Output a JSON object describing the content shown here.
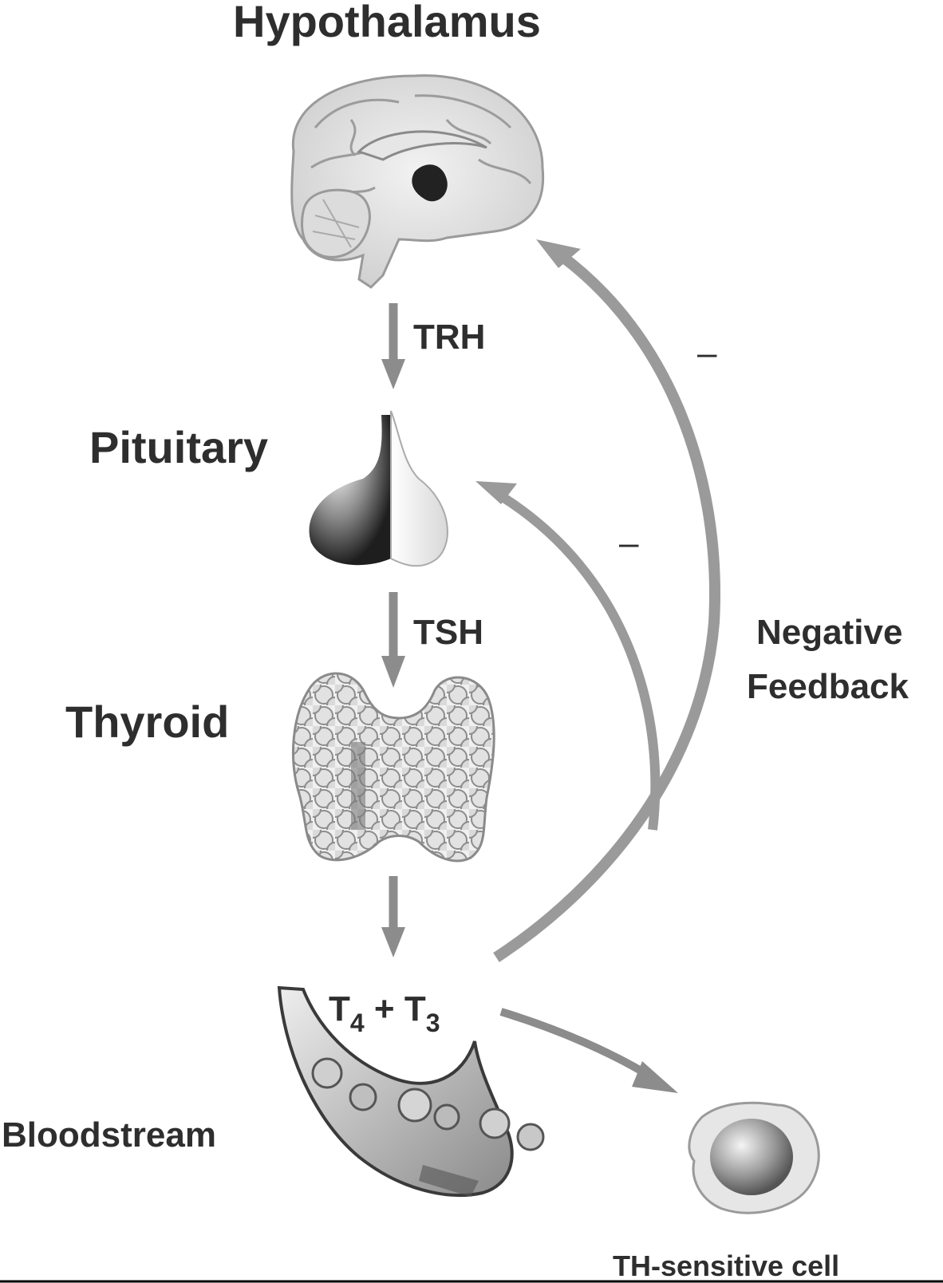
{
  "organs": {
    "hypothalamus": "Hypothalamus",
    "pituitary": "Pituitary",
    "thyroid": "Thyroid",
    "bloodstream": "Bloodstream",
    "cell": "TH-sensitive cell"
  },
  "hormones": {
    "trh": "TRH",
    "tsh": "TSH",
    "t4": "T",
    "t4_sub": "4",
    "plus": "+",
    "t3": "T",
    "t3_sub": "3"
  },
  "feedback": {
    "line1": "Negative",
    "line2": "Feedback",
    "minus_outer": "–",
    "minus_inner": "–"
  }
}
